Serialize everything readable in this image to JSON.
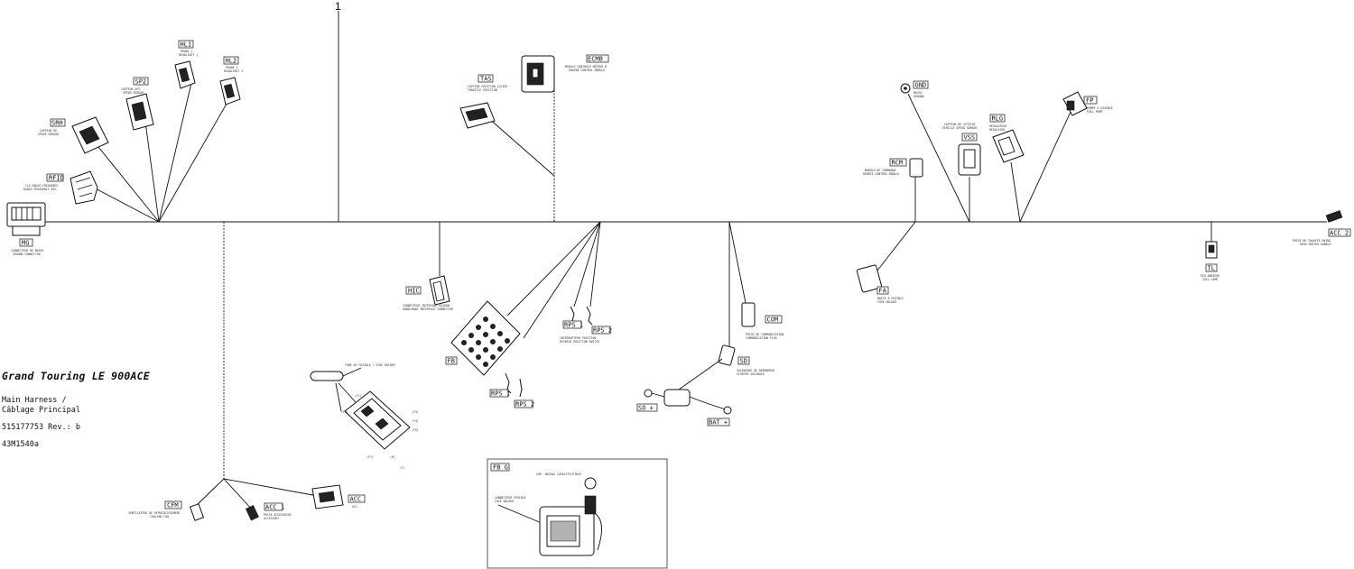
{
  "reference_number": "1",
  "title": {
    "model": "Grand Touring LE 900ACE",
    "line1": "Main Harness /",
    "line2": "Câblage Principal",
    "part_rev": "515177753 Rev.: b",
    "drawing": "43M1540a"
  },
  "connectors": {
    "HL1": "HL1",
    "HL2": "HL2",
    "SP2": "SP2",
    "SRH": "SRH",
    "RFID": "RFID",
    "MG": "MG",
    "TAS": "TAS",
    "ECMB": "ECMB",
    "GND": "GND",
    "VSS": "VSS",
    "RLG": "RLG",
    "FP": "FP",
    "RCM": "RCM",
    "FA": "FA",
    "TL": "TL",
    "ACC2": "ACC 2",
    "HIC": "HIC",
    "FB": "FB",
    "RPS1": "RPS 1",
    "RPS2": "RPS 2",
    "RPS1b": "RPS 1",
    "RPS2b": "RPS 2",
    "COM": "COM",
    "SD": "SD",
    "SOplus": "SO +",
    "BATplus": "BAT +",
    "CFM": "CFM",
    "ACC1": "ACC 1",
    "ACC": "ACC",
    "FBG": "FB G"
  }
}
